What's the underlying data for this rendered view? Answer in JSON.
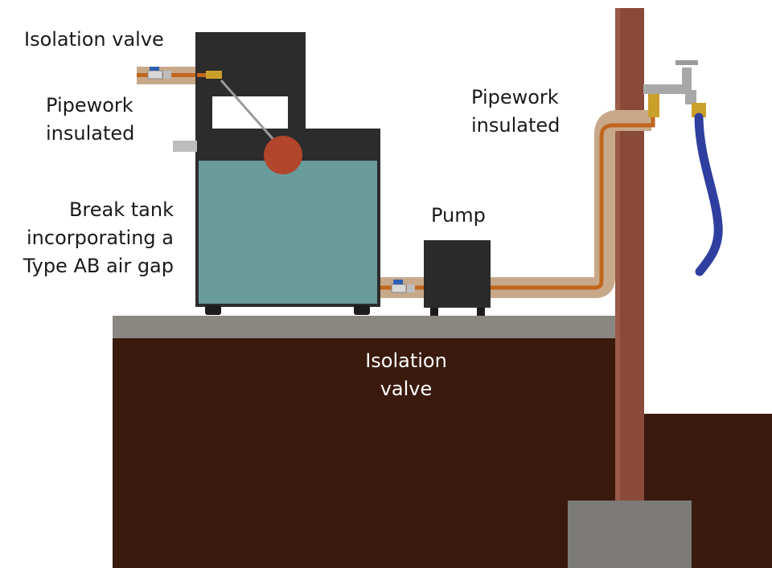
{
  "labels": {
    "isolation_valve_top": "Isolation valve",
    "pipework_left": [
      "Pipework",
      "insulated"
    ],
    "pipework_right": [
      "Pipework",
      "insulated"
    ],
    "break_tank": [
      "Break tank",
      "incorporating a",
      "Type AB air gap"
    ],
    "pump": "Pump",
    "isolation_valve_bottom": [
      "Isolation",
      "valve"
    ]
  },
  "colors": {
    "ground": "#3a1a0c",
    "floor_slab": "#8a8783",
    "post": "#8a4a3a",
    "post_base": "#7b7a78",
    "tank_body": "#2c2c2c",
    "tank_water": "#6a9b9b",
    "float_ball": "#b2452a",
    "insulation": "#c7a98a",
    "copper_pipe": "#c2661e",
    "pump_body": "#2b2b2b",
    "hose": "#2e3fa0",
    "tap_metal": "#a8a8a8",
    "brass": "#c9a02a",
    "valve_handle": "#2f5fb0"
  },
  "icons": {
    "tank": "break-tank-icon",
    "pump": "pump-icon",
    "tap": "tap-icon",
    "hose": "hose-icon",
    "valve": "isolation-valve-icon",
    "float": "float-valve-icon"
  }
}
